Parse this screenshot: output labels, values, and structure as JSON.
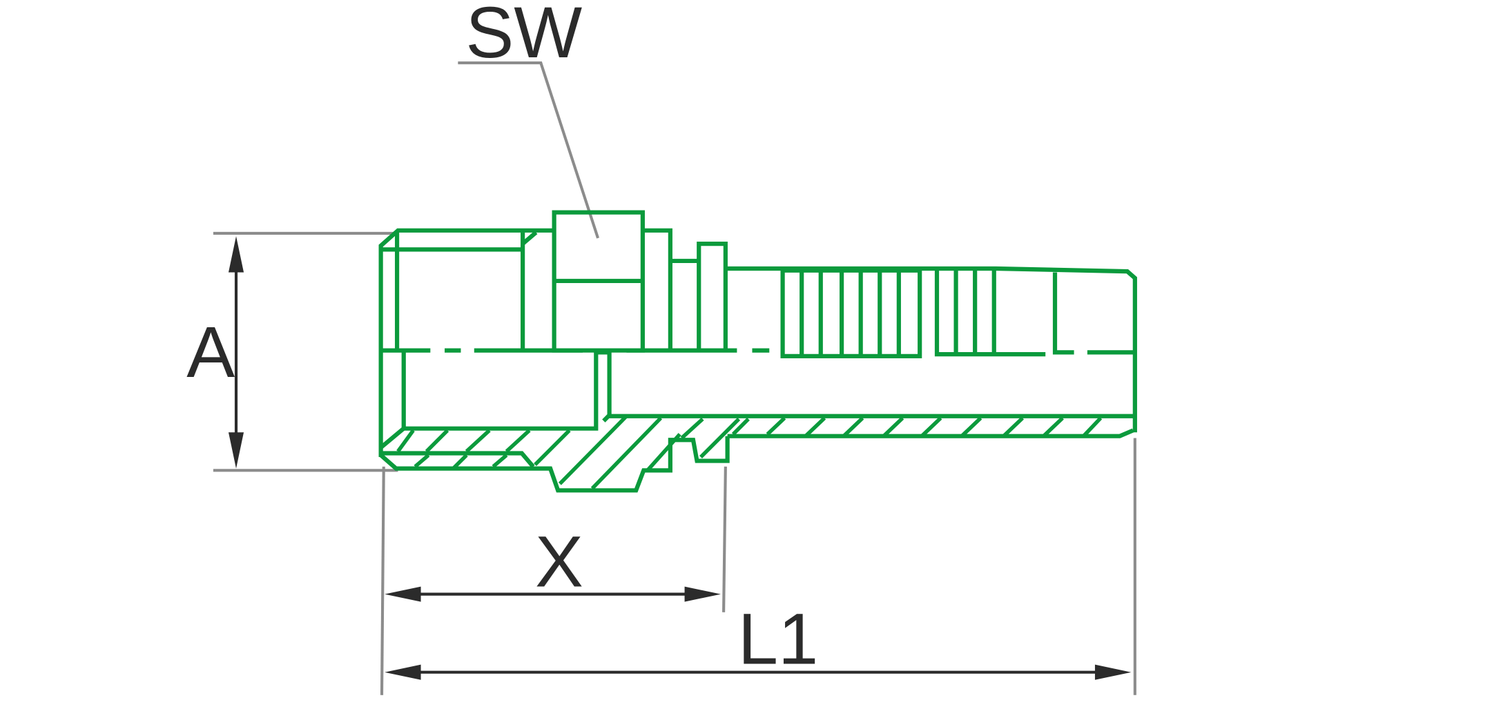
{
  "labels": {
    "sw": "SW",
    "a": "A",
    "x": "X",
    "l1": "L1"
  },
  "colors": {
    "part_outline": "#0b9a3c",
    "leader_line": "#8c8c8c",
    "dimension_line": "#2b2b2b"
  }
}
